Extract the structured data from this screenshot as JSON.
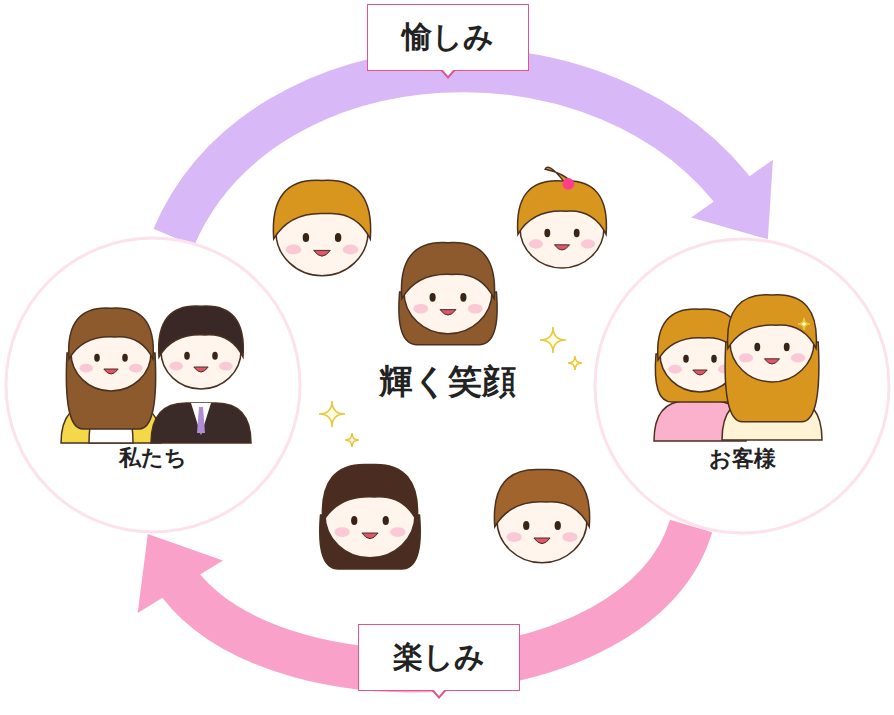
{
  "diagram": {
    "nodes": [
      {
        "text": [
          "私たち"
        ]
      },
      {
        "text": [
          "お客様"
        ]
      }
    ],
    "edges": [
      {
        "from": 0,
        "to": 1,
        "label": "愉しみ",
        "arrow": "to"
      },
      {
        "from": 1,
        "to": 0,
        "label": "楽しみ",
        "arrow": "to"
      }
    ],
    "labels": [
      "輝く笑顔"
    ]
  }
}
